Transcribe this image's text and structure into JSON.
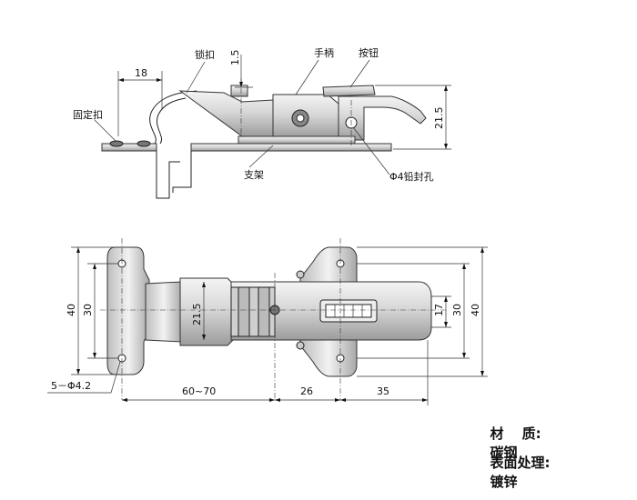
{
  "side_view": {
    "labels": {
      "lock_buckle": "锁扣",
      "handle": "手柄",
      "button": "按钮",
      "fixed_buckle": "固定扣",
      "bracket": "支架",
      "seal_hole": "Φ4铅封孔"
    },
    "dims": {
      "d18": "18",
      "d1_5": "1.5",
      "d21_5": "21.5"
    }
  },
  "top_view": {
    "dims": {
      "d40_left": "40",
      "d30_left": "30",
      "d21_5": "21.5",
      "holes": "5－Φ4.2",
      "d60_70": "60~70",
      "d26": "26",
      "d35": "35",
      "d17": "17",
      "d30_right": "30",
      "d40_right": "40"
    }
  },
  "specs": {
    "material_label": "材　 质:",
    "material_value": "碳钢",
    "surface_label": "表面处理:",
    "surface_value": "镀锌"
  }
}
